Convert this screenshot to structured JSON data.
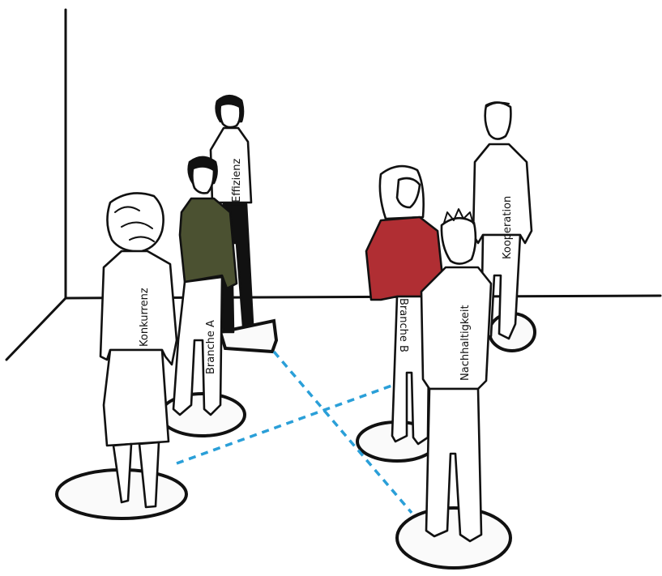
{
  "labels": {
    "konkurrenz": "Konkurrenz",
    "branche_a": "Branche A",
    "effizienz": "Effizienz",
    "branche_b": "Branche B",
    "nachhaltigkeit": "Nachhaltigkeit",
    "kooperation": "Kooperation"
  },
  "colors": {
    "line": "#111111",
    "connector": "#2a9fd8",
    "branche_a_shirt": "#4b5131",
    "branche_b_shirt": "#b02e33",
    "background": "#ffffff"
  }
}
